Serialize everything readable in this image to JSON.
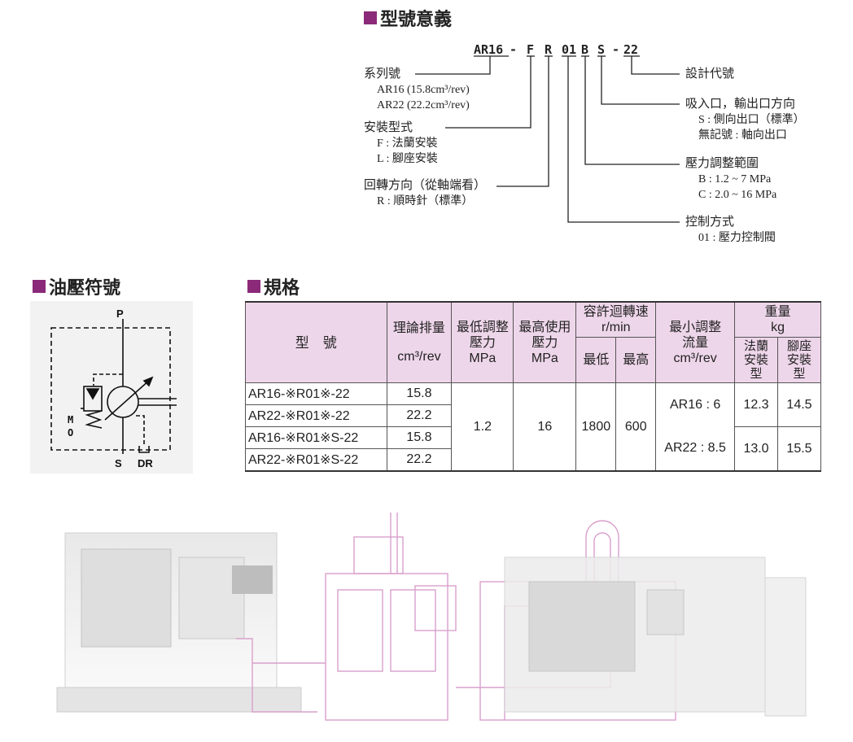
{
  "model_meaning": {
    "title": "型號意義",
    "code_parts": [
      "AR16",
      "-",
      "F",
      "R",
      "01",
      "B",
      "S",
      "-",
      "22"
    ],
    "series": {
      "heading": "系列號",
      "items": [
        "AR16 (15.8cm³/rev)",
        "AR22 (22.2cm³/rev)"
      ]
    },
    "mounting": {
      "heading": "安裝型式",
      "items": [
        "F : 法蘭安裝",
        "L : 腳座安裝"
      ]
    },
    "rotation": {
      "heading": "回轉方向（從軸端看）",
      "items": [
        "R : 順時針（標準）"
      ]
    },
    "design": {
      "heading": "設計代號"
    },
    "port": {
      "heading": "吸入口，輸出口方向",
      "items": [
        "S : 側向出口（標準）",
        "無記號 : 軸向出口"
      ]
    },
    "pressure": {
      "heading": "壓力調整範圍",
      "items": [
        "B : 1.2 ~ 7 MPa",
        "C : 2.0 ~ 16 MPa"
      ]
    },
    "control": {
      "heading": "控制方式",
      "items": [
        "01 : 壓力控制閥"
      ]
    }
  },
  "symbol": {
    "title": "油壓符號",
    "labels": {
      "p": "P",
      "s": "S",
      "dr": "DR",
      "m": "M",
      "o": "O"
    }
  },
  "spec": {
    "title": "規格",
    "headers": {
      "model": "型　號",
      "displacement": "理論排量",
      "displacement_unit": "cm³/rev",
      "min_pressure": "最低調整壓力",
      "min_pressure_unit": "MPa",
      "max_pressure": "最高使用壓力",
      "max_pressure_unit": "MPa",
      "speed": "容許迴轉速",
      "speed_unit": "r/min",
      "speed_min": "最低",
      "speed_max": "最高",
      "min_flow": "最小調整流量",
      "min_flow_unit": "cm³/rev",
      "weight": "重量",
      "weight_unit": "kg",
      "flange": "法蘭安裝型",
      "foot": "腳座安裝型"
    },
    "rows": [
      {
        "model": "AR16-※R01※-22",
        "disp": "15.8"
      },
      {
        "model": "AR22-※R01※-22",
        "disp": "22.2"
      },
      {
        "model": "AR16-※R01※S-22",
        "disp": "15.8"
      },
      {
        "model": "AR22-※R01※S-22",
        "disp": "22.2"
      }
    ],
    "min_pressure_value": "1.2",
    "max_pressure_value": "16",
    "speed_min_value": "1800",
    "speed_max_value": "600",
    "flow_ar16": "AR16 : 6",
    "flow_ar22": "AR22 : 8.5",
    "weight_ar16_flange": "12.3",
    "weight_ar16_foot": "14.5",
    "weight_ar22_flange": "13.0",
    "weight_ar22_foot": "15.5"
  },
  "colors": {
    "accent": "#8c2a7a",
    "header_bg": "#eed6ea",
    "pink_line": "#d9a0cc"
  }
}
